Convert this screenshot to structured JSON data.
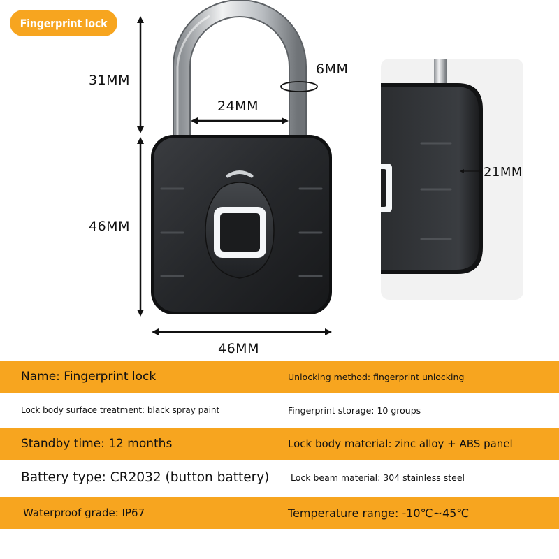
{
  "badge": {
    "label": "Fingerprint lock"
  },
  "dimensions": {
    "shackle_height": "31MM",
    "shackle_thickness": "6MM",
    "shackle_width": "24MM",
    "body_height": "46MM",
    "body_width": "46MM",
    "body_depth": "21MM"
  },
  "specs": [
    {
      "left": "Name: Fingerprint lock",
      "right": "Unlocking method: fingerprint unlocking"
    },
    {
      "left": "Lock body surface treatment: black spray paint",
      "right": "Fingerprint storage: 10 groups"
    },
    {
      "left": "Standby time: 12 months",
      "right": "Lock body material: zinc alloy + ABS panel"
    },
    {
      "left": "Battery type: CR2032 (button battery)",
      "right": "Lock beam material: 304 stainless steel"
    },
    {
      "left": "Waterproof grade: IP67",
      "right": "Temperature range: -10℃~45℃"
    }
  ],
  "colors": {
    "accent": "#f7a51f",
    "lock_body": "#2a2c2f",
    "shackle": "#c9ccd0"
  },
  "icons": {
    "lock": "padlock-icon",
    "sensor": "fingerprint-sensor-icon"
  }
}
